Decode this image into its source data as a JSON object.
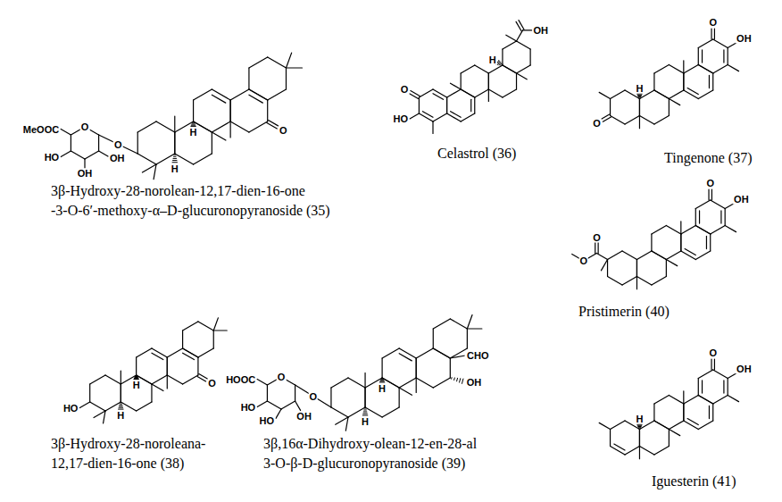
{
  "diagram": {
    "labels": [
      "MeOOC",
      "O",
      "O",
      "OH",
      "HO",
      "OH",
      "H",
      "H",
      "O",
      "3β-Hydroxy-28-norolean-12,17-dien-16-one",
      "-3-O-6′-methoxy-α–D-glucuronopyranoside (35)",
      "OH",
      "O",
      "HO",
      "H",
      "Celastrol (36)",
      "O",
      "OH",
      "O",
      "H",
      "Tingenone (37)",
      "O",
      "OH",
      "O",
      "O",
      "Pristimerin (40)",
      "HO",
      "H",
      "H",
      "O",
      "3β-Hydroxy-28-noroleana-",
      "12,17-dien-16-one (38)",
      "HOOC",
      "O",
      "O",
      "HO",
      "HO",
      "OH",
      "H",
      "H",
      "CHO",
      "OH",
      "3β,16α-Dihydroxy-olean-12-en-28-al",
      "3-O-β-D-glucuronopyranoside (39)",
      "O",
      "OH",
      "H",
      "Iguesterin (41)"
    ]
  }
}
